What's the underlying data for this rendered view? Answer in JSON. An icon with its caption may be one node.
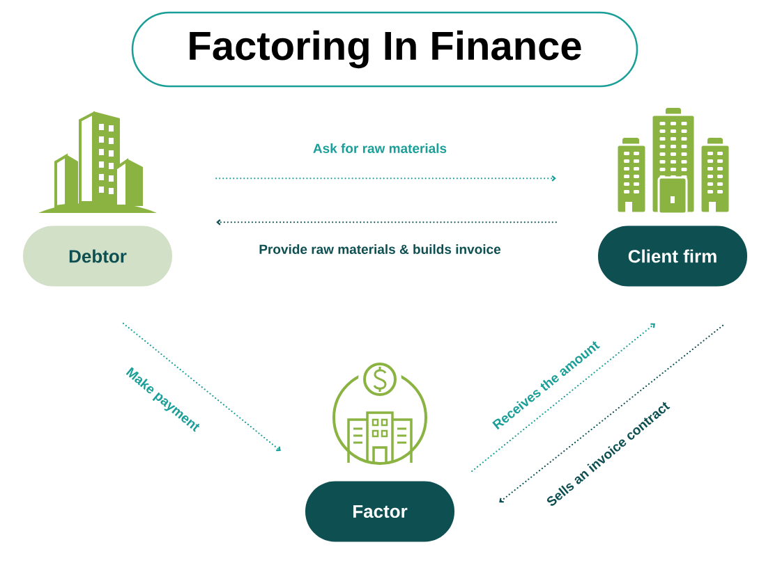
{
  "diagram": {
    "title": "Factoring In Finance",
    "nodes": [
      {
        "text": [
          "Debtor"
        ]
      },
      {
        "text": [
          "Client firm"
        ]
      },
      {
        "text": [
          "Factor"
        ]
      }
    ],
    "edges": [
      {
        "from": 0,
        "to": 1,
        "arrow": "to",
        "label": "Ask for raw materials"
      },
      {
        "from": 1,
        "to": 0,
        "arrow": "to",
        "label": "Provide raw materials & builds invoice",
        "color": "#0e4f52"
      },
      {
        "from": 0,
        "to": 2,
        "arrow": "to",
        "label": "Make payment"
      },
      {
        "from": 2,
        "to": 1,
        "arrow": "to",
        "label": "Receives the amount"
      },
      {
        "from": 1,
        "to": 2,
        "arrow": "to",
        "label": "Sells an invoice contract",
        "color": "#0e4f52"
      }
    ]
  }
}
